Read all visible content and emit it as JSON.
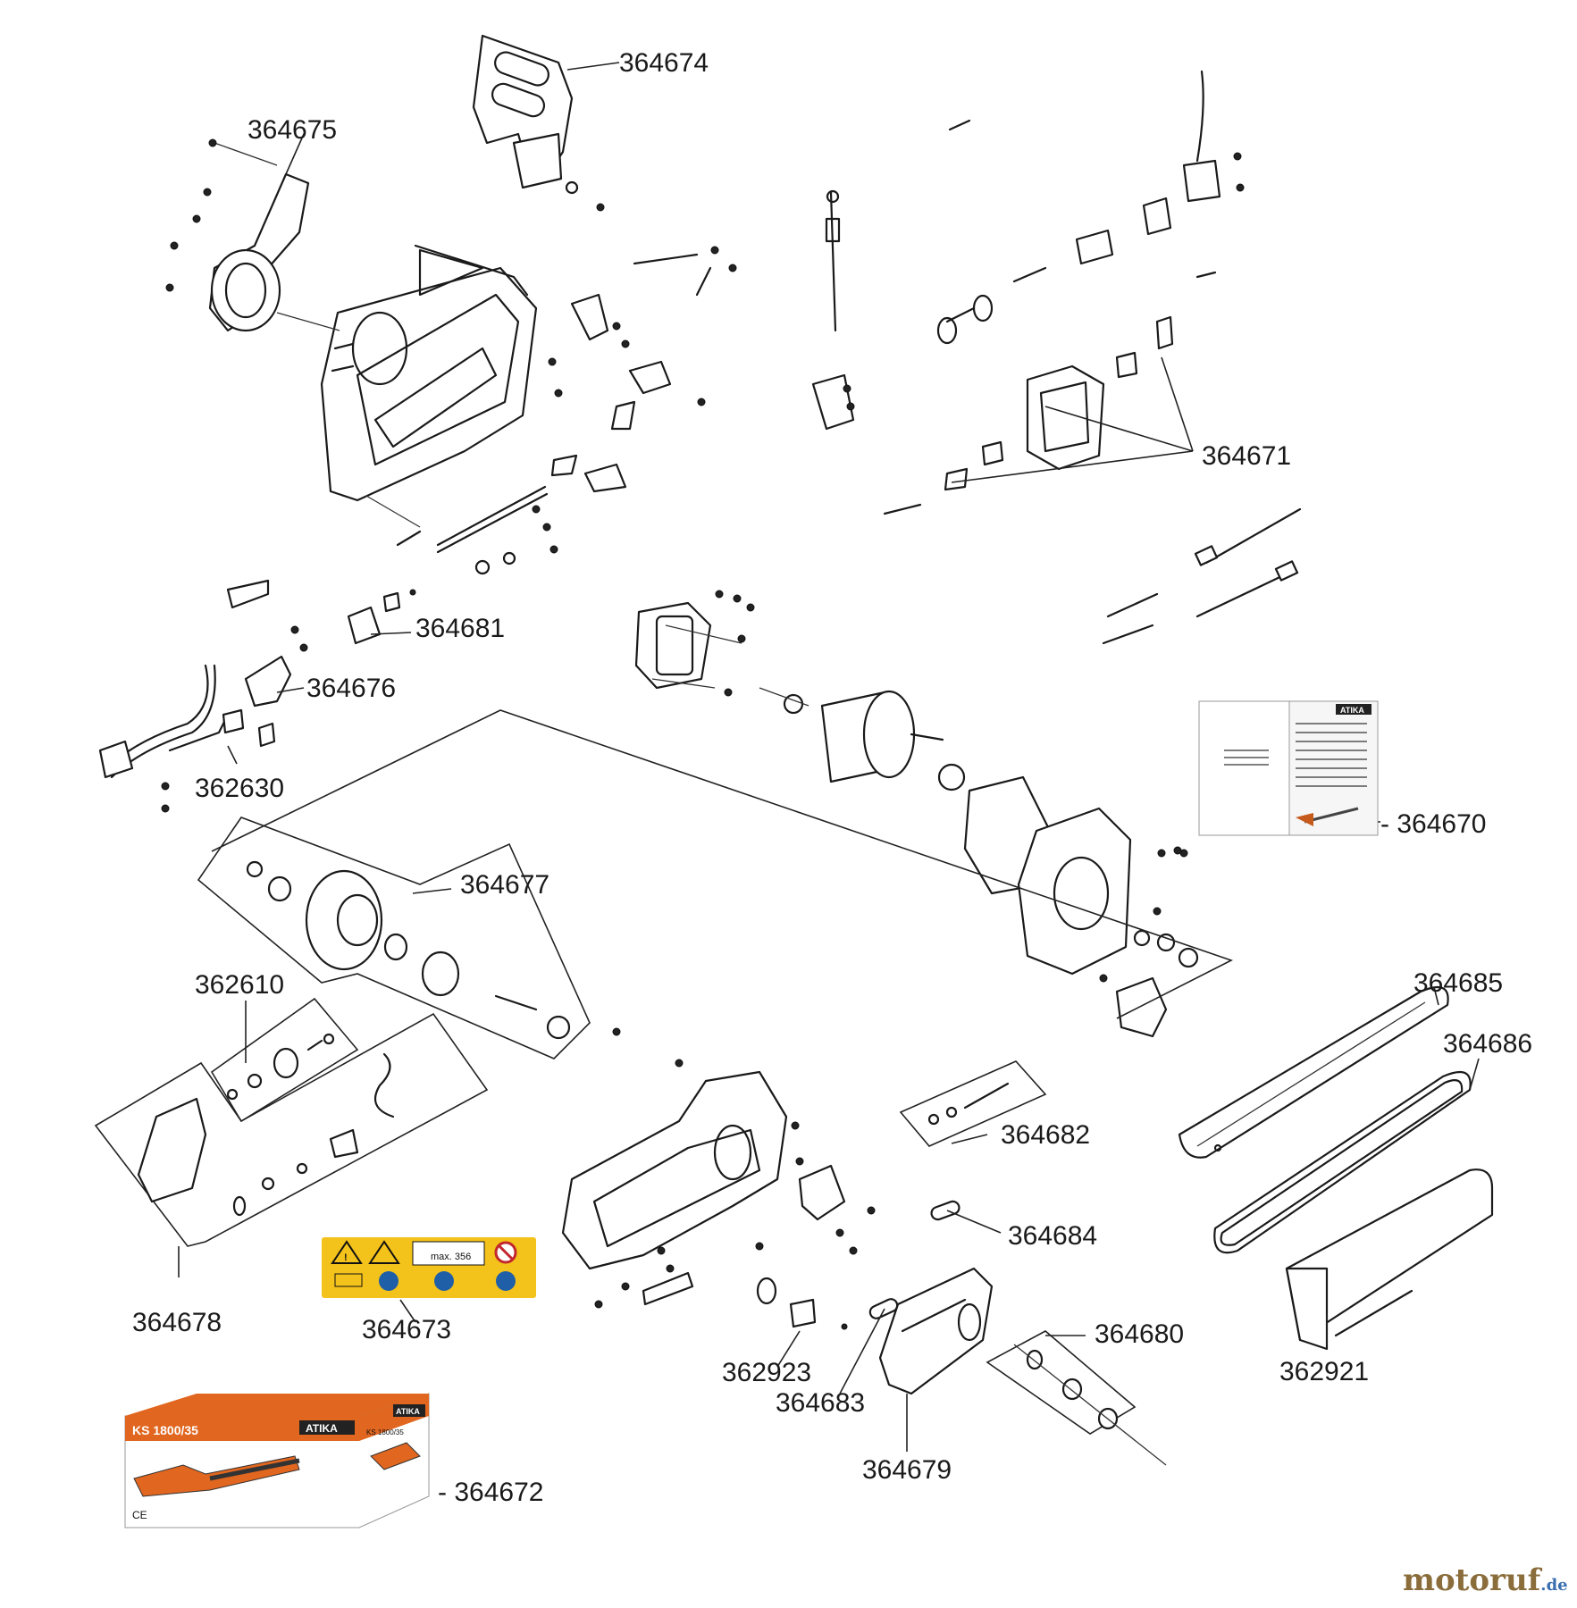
{
  "diagram": {
    "part_labels": {
      "p364674": "364674",
      "p364675": "364675",
      "p364671": "364671",
      "p364681": "364681",
      "p364676": "364676",
      "p362630": "362630",
      "p364670": "- 364670",
      "p364677": "364677",
      "p364685": "364685",
      "p364686": "364686",
      "p362610": "362610",
      "p364682": "364682",
      "p364684": "364684",
      "p364678": "364678",
      "p364673": "364673",
      "p364680": "364680",
      "p362923": "362923",
      "p364683": "364683",
      "p362921": "362921",
      "p364679": "364679",
      "p364672": "- 364672"
    },
    "manual_brand": "ATIKA",
    "box": {
      "model": "KS 1800/35",
      "brand": "ATIKA",
      "side_model": "KS 1800/35",
      "ce_mark": "CE"
    },
    "warning_sticker": {
      "max_text": "max. 356",
      "background": "#f3c21b"
    },
    "watermark": {
      "main": "motoruf",
      "suffix": ".de",
      "color_main": "#8a6d3b",
      "color_accent": "#3a6fb0"
    }
  }
}
